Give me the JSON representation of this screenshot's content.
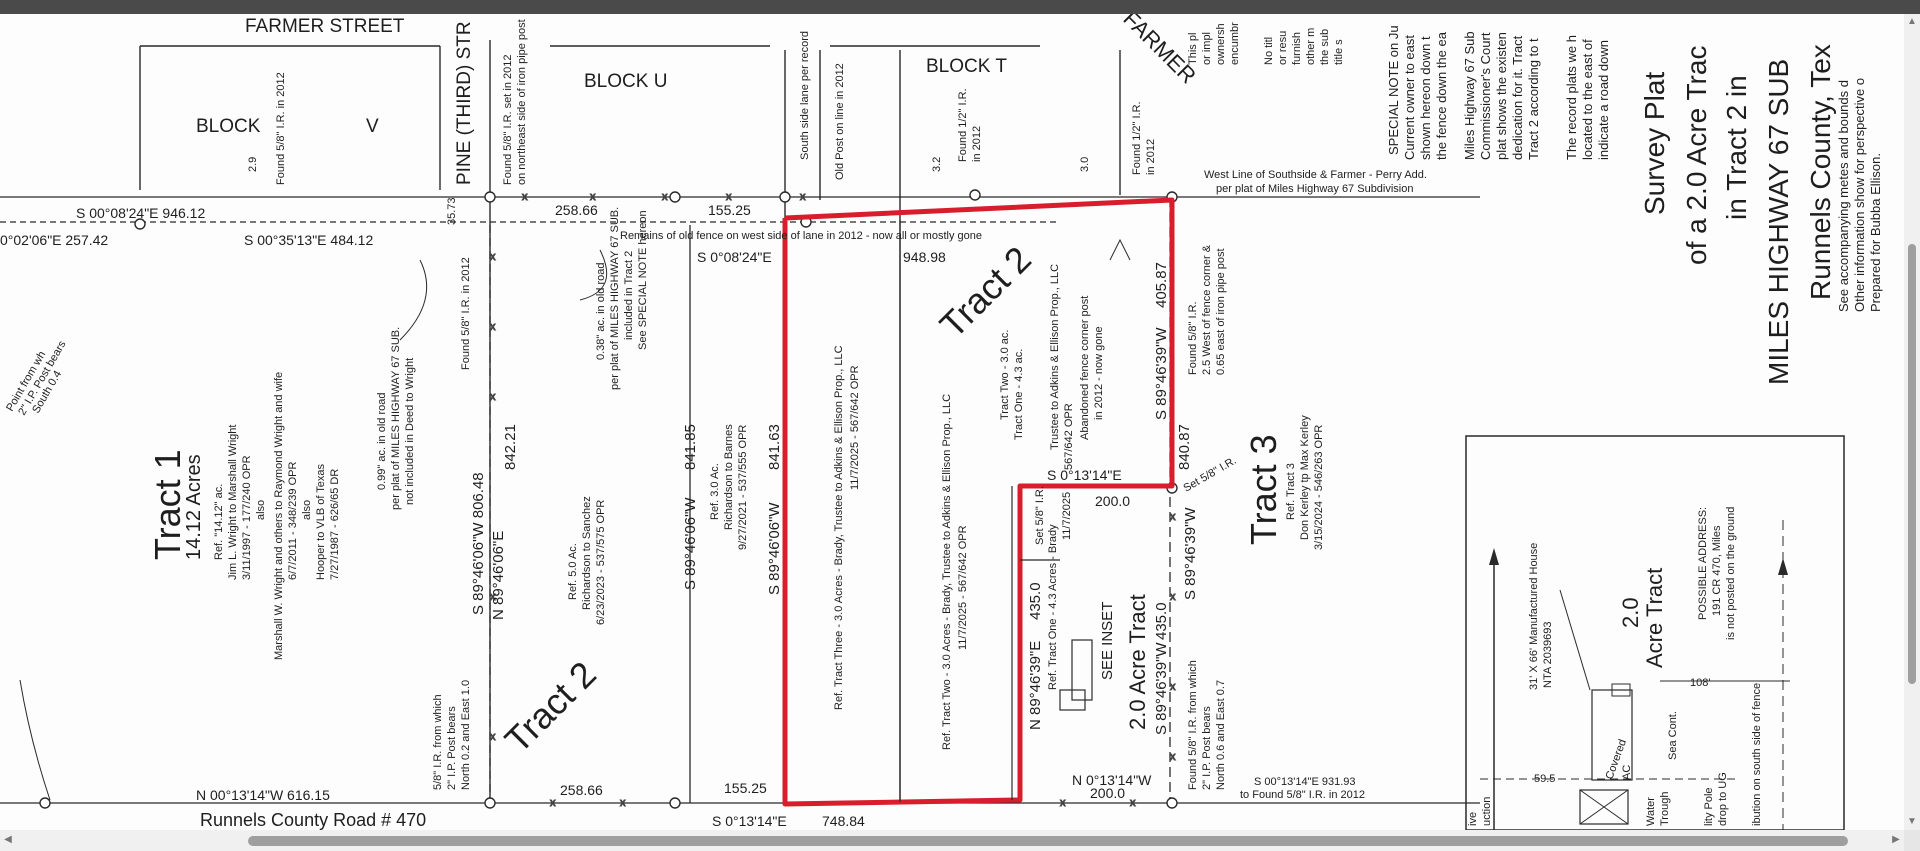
{
  "viewer": {
    "colors": {
      "topbar": "#4a4a4a",
      "scrollbar_track": "#f0f0f0",
      "scrollbar_thumb": "#9e9e9e",
      "highlight": "#d81e2c"
    }
  },
  "plat": {
    "streets": {
      "farmer_top": "FARMER STREET",
      "pine": "PINE (THIRD) STR",
      "farmer_diag": "FARMER",
      "county_road": "Runnels County Road # 470"
    },
    "blocks": {
      "block_v_1": "BLOCK",
      "block_v_2": "V",
      "block_u": "BLOCK  U",
      "block_t": "BLOCK T"
    },
    "bearings": {
      "b1": "S 00°08'24\"E 946.12",
      "b2": "0°02'06\"E 257.42",
      "b3": "S 00°35'13\"E 484.12",
      "b4": "258.66",
      "b5": "155.25",
      "b6": "S 0°08'24\"E",
      "b7": "948.98",
      "b8": "258.66",
      "b9": "155.25",
      "b10": "S 0°13'14\"E",
      "b11": "748.84",
      "b12": "N 00°13'14\"W 616.15",
      "b13": "S 0°13'14\"E",
      "b14": "200.0",
      "b15": "N 0°13'14\"W",
      "b16": "200.0",
      "b17": "S 00°13'14\"E 931.93",
      "b18": "to Found 5/8\" I.R. in 2012",
      "b19": "35.73"
    },
    "verticals": {
      "v1": "S 89°46'06\"W 806.48",
      "v2": "N 89°46'06\"E",
      "v3": "842.21",
      "v4": "S 89°46'06\"W",
      "v5": "841.85",
      "v6": "S 89°46'06\"W",
      "v7": "841.63",
      "v8": "S 89°46'39\"W",
      "v9": "405.87",
      "v10": "840.87",
      "v11": "N 89°46'39\"E",
      "v12": "435.0",
      "v13": "S 89°46'39\"W",
      "v14": "435.0",
      "v15": "S 89°46'39\"W"
    },
    "notes": {
      "n1": "Found 5/8\" I.R. in 2012",
      "n2": "Found 5/8\" I.R. set in 2012",
      "n3": "on northeast side of iron pipe post",
      "n4": "South side lane per record",
      "n5": "Old Post on line in 2012",
      "n6": "Found 1/2\" I.R.",
      "n7": "in 2012",
      "n8": "Found 1/2\" I.R.",
      "n9": "in 2012",
      "n10": "West Line of Southside & Farmer - Perry Add.",
      "n11": "per plat of Miles Highway 67 Subdivision",
      "n12": "Remains of old fence on west side of lane in 2012 - now all or mostly gone",
      "n13": "Found 5/8\" I.R. in 2012",
      "n14": "0.38\" ac. in old road",
      "n15": "per plat of MILES HIGHWAY 67 SUB.",
      "n16": "included in Tract 2",
      "n17": "See SPECIAL NOTE hereon",
      "n18": "0.99\" ac. in old road",
      "n19": "per plat of MILES HIGHWAY 67 SUB.",
      "n20": "not included in Deed to Wright",
      "n21": "Ref. 5.0 Ac.",
      "n22": "Richardson to Sanchez",
      "n23": "6/23/2023 - 537/575 OPR",
      "n24": "Ref. 3.0 Ac.",
      "n25": "Richardson to Barnes",
      "n26": "9/27/2021 - 537/555 OPR",
      "n27": "Ref. Tract Three - 3.0 Acres - Brady, Trustee to Adkins & Ellison Prop., LLC",
      "n28": "11/7/2025 - 567/642 OPR",
      "n29": "Ref. Tract Two - 3.0 Acres - Brady, Trustee to Adkins & Ellison Prop., LLC",
      "n30": "11/7/2025 - 567/642 OPR",
      "n31": "Tract Two - 3.0 ac.",
      "n32": "Tract One - 4.3 ac.",
      "n33": "Trustee to Adkins & Ellison Prop., LLC",
      "n34": "567/642 OPR",
      "n35": "Abandoned fence corner post",
      "n36": "in 2012 - now gone",
      "n37": "Found 5/8\" I.R.",
      "n38": "2.5 West of fence corner &",
      "n39": "0.65 east of iron pipe post",
      "n40": "Set 5/8\" I.R.",
      "n41": "Ref. Tract One - 4.3 Acres - Brady",
      "n42": "11/7/2025",
      "n43": "Set 5/8\" I.R.",
      "n44": "5/8\" I.R. from which",
      "n45": "2\" I.P. Post bears",
      "n46": "North 0.2 and East 1.0",
      "n47": "Found 5/8\" I.R. from which",
      "n48": "2\" I.P. Post bears",
      "n49": "North 0.6 and East 0.7",
      "n50": "Point from wh",
      "n51": "2\" I.P. Post bears",
      "n52": "South 0.4",
      "n53": "Ref. Tract 3",
      "n54": "Don Kerley tp Max Kerley",
      "n55": "3/15/2024 - 546/263 OPR",
      "n56": "Ref. \"14.12\" ac.",
      "n57": "Jim L. Wright to Marshall Wright",
      "n58": "3/11/1997 - 177/240 OPR",
      "n59": "also",
      "n60": "Marshall W. Wright and others to Raymond Wright and wife",
      "n61": "6/7/2011 - 348/239 OPR",
      "n62": "also",
      "n63": "Hooper to VLB of Texas",
      "n64": "7/27/1987 - 626/65 DR",
      "n65": "2.9",
      "n66": "3.2",
      "n67": "3.0",
      "n68": "SEE INSET"
    },
    "tracts": {
      "t1_title": "Tract 1",
      "t1_acres": "14.12 Acres",
      "t2a": "Tract 2",
      "t2b": "Tract 2",
      "t3": "Tract 3",
      "acre": "2.0 Acre Tract"
    },
    "special": {
      "s1": "SPECIAL NOTE on Ju",
      "s2": "Current owner to east",
      "s3": "shown hereon down t",
      "s4": "the fence down the ea",
      "s5": "Miles Highway 67 Sub",
      "s6": "Commissioner's Court",
      "s7": "plat shows the existen",
      "s8": "dedication for it. Tract",
      "s9": "Tract 2 according to t",
      "s10": "The record plats we h",
      "s11": "located to the east of",
      "s12": "indicate a road down",
      "s13": "This pl",
      "s14": "or impl",
      "s15": "ownersh",
      "s16": "encumbr",
      "s17": "No titl",
      "s18": "or resu",
      "s19": "furnish",
      "s20": "other m",
      "s21": "the sub",
      "s22": "title s"
    },
    "title_block": {
      "l1": "Survey Plat",
      "l2": "of a 2.0 Acre Trac",
      "l3": "in Tract 2 in",
      "l4": "MILES HIGHWAY 67 SUB",
      "l5": "Runnels County, Tex",
      "l6": "See accompanying metes and bounds d",
      "l7": "Other information show for perspective o",
      "l8": "Prepared for Bubba Ellison."
    },
    "inset": {
      "i1": "31' X 66' Manufactured House",
      "i2": "NTA 2039693",
      "i3": "Covered",
      "i4": "AC",
      "i5": "Sea Cont.",
      "i6": "108'",
      "i7": "59.5",
      "i8": "2.0",
      "i9": "Acre Tract",
      "i10": "POSSIBLE ADDRESS:",
      "i11": "191 CR 470, Miles",
      "i12": "is not posted on the ground",
      "i13": "Water",
      "i14": "Trough",
      "i15": "lity Pole",
      "i16": "drop to UG",
      "i17": "ibution on south side of fence",
      "i18": "ive",
      "i19": "uction"
    }
  }
}
